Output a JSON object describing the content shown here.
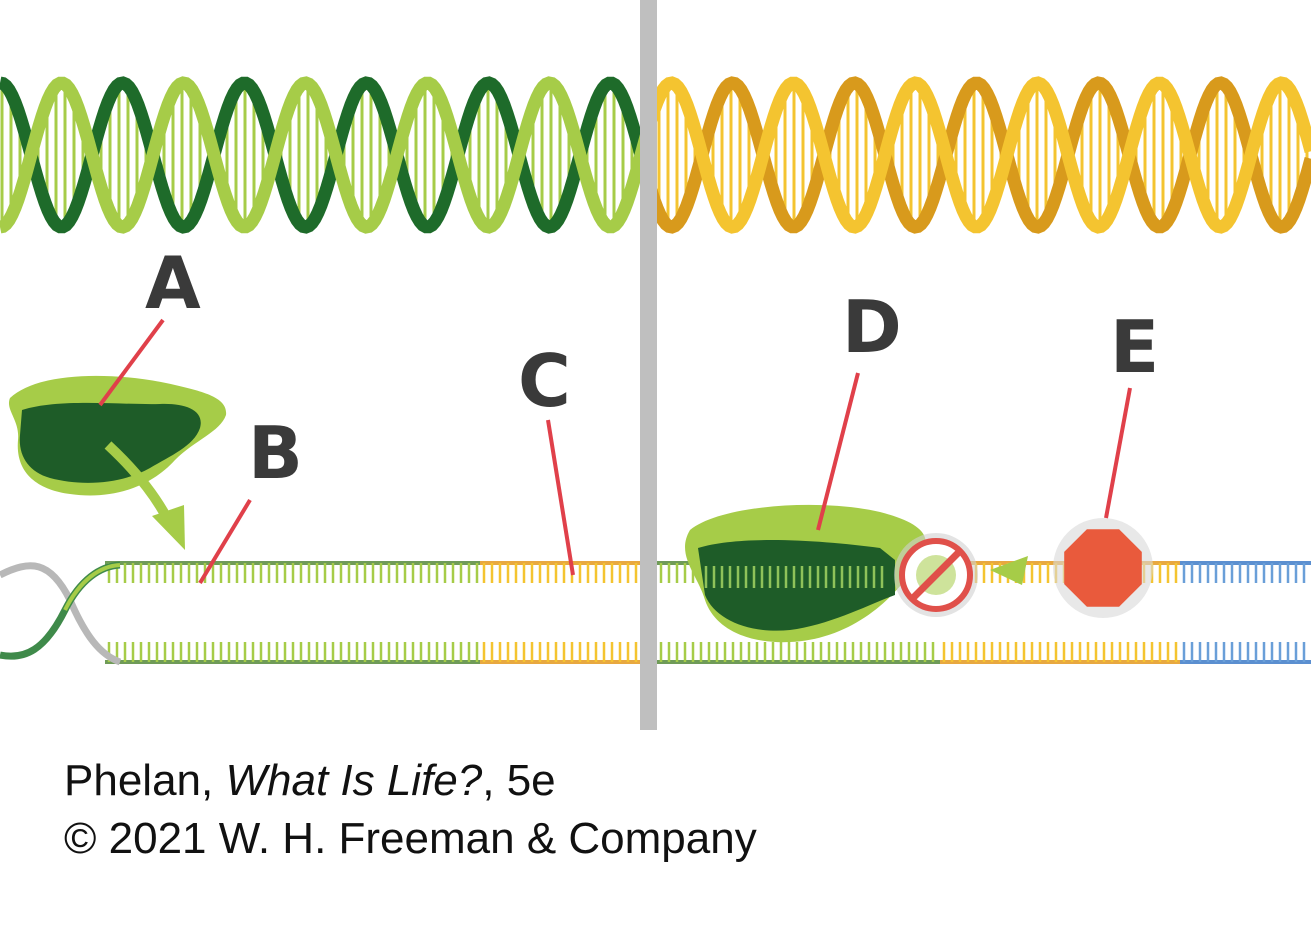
{
  "labels": {
    "a": "A",
    "b": "B",
    "c": "C",
    "d": "D",
    "e": "E"
  },
  "credit": {
    "author": "Phelan,",
    "book_title": "What Is Life?",
    "edition": ", 5e",
    "copyright": "© 2021 W. H. Freeman & Company"
  },
  "icons": {
    "enzyme_a": "enzyme-blob-icon",
    "enzyme_d": "enzyme-blob-icon",
    "blocker": "no-symbol-icon",
    "stop": "stop-octagon-icon"
  },
  "colors": {
    "light_green": "#a6cc48",
    "dark_green": "#1e6b2a",
    "gold": "#f4c430",
    "orange": "#d89a1c",
    "blue": "#6a9fd8",
    "gray": "#b8b8b8",
    "pointer_red": "#e0404a",
    "stop_red": "#e95a3c"
  }
}
